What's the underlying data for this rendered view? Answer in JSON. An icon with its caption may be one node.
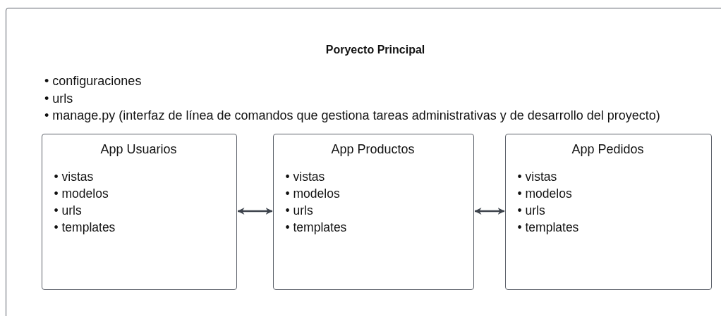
{
  "diagram": {
    "nodes": [
      {
        "text": [
          "Poryecto Principal",
          "• configuraciones",
          "• urls",
          "• manage.py (interfaz de línea de comandos que gestiona tareas administrativas y de desarrollo del proyecto)"
        ]
      },
      {
        "text": [
          "App Usuarios",
          "• vistas",
          "• modelos",
          "• urls",
          "• templates"
        ],
        "in": 0
      },
      {
        "text": [
          "App Productos",
          "• vistas",
          "• modelos",
          "• urls",
          "• templates"
        ],
        "in": 0
      },
      {
        "text": [
          "App Pedidos",
          "• vistas",
          "• modelos",
          "• urls",
          "• templates"
        ],
        "in": 0
      }
    ],
    "edges": [
      {
        "from": 1,
        "to": 2,
        "arrow": "both"
      },
      {
        "from": 2,
        "to": 3,
        "arrow": "both"
      }
    ]
  }
}
